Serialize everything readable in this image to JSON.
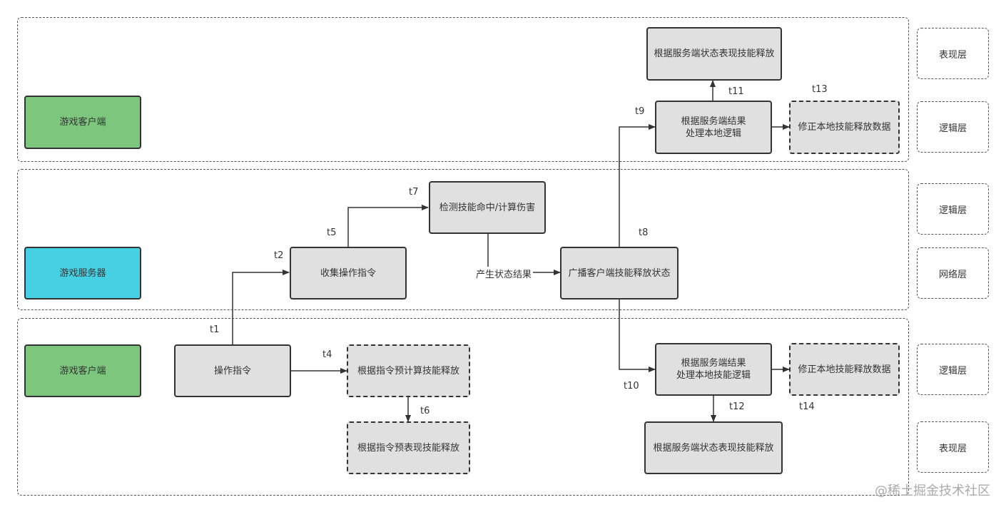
{
  "actors": {
    "client_top": "游戏客户端",
    "server": "游戏服务器",
    "client_bottom": "游戏客户端"
  },
  "nodes": {
    "render_top": "根据服务端状态表现技能释放",
    "logic_top": "根据服务端结果\n处理本地逻辑",
    "fix_top": "修正本地技能释放数据",
    "detect": "检测技能命中/计算伤害",
    "collect": "收集操作指令",
    "broadcast": "广播客户端技能释放状态",
    "operate": "操作指令",
    "precalc": "根据指令预计算技能释放",
    "prerender": "根据指令预表现技能释放",
    "logic_bottom": "根据服务端结果\n处理本地技能逻辑",
    "fix_bottom": "修正本地技能释放数据",
    "render_bottom": "根据服务端状态表现技能释放"
  },
  "edge_labels": {
    "state_result": "产生状态结果"
  },
  "time_labels": {
    "t1": "t1",
    "t2": "t2",
    "t4": "t4",
    "t5": "t5",
    "t6": "t6",
    "t7": "t7",
    "t8": "t8",
    "t9": "t9",
    "t10": "t10",
    "t11": "t11",
    "t12": "t12",
    "t13": "t13",
    "t14": "t14"
  },
  "layers": {
    "l1": "表现层",
    "l2": "逻辑层",
    "l3": "逻辑层",
    "l4": "网络层",
    "l5": "逻辑层",
    "l6": "表现层"
  },
  "watermark": "@稀土掘金技术社区"
}
